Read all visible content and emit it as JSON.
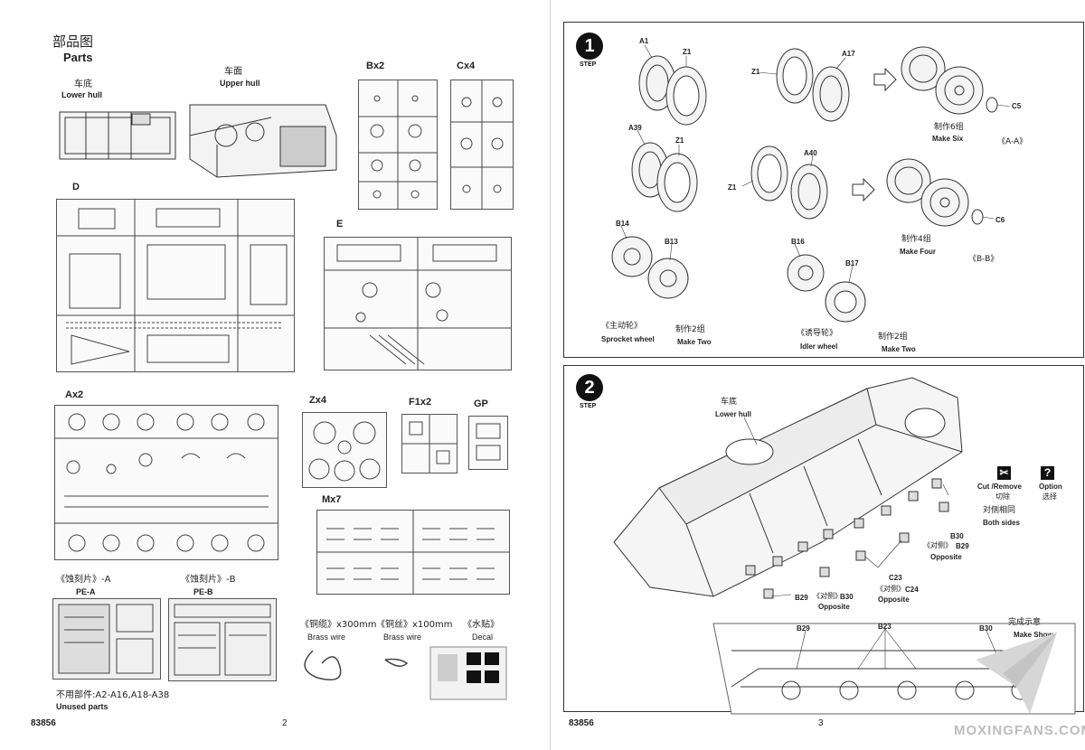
{
  "left_page": {
    "title_cn": "部品图",
    "title_en": "Parts",
    "lower_hull_cn": "车底",
    "lower_hull_en": "Lower hull",
    "upper_hull_cn": "车面",
    "upper_hull_en": "Upper hull",
    "sprues": {
      "bx2": "Bx2",
      "cx4": "Cx4",
      "d": "D",
      "e": "E",
      "ax2": "Ax2",
      "zx4": "Zx4",
      "f1x2": "F1x2",
      "gp": "GP",
      "mx7": "Mx7"
    },
    "pe_a_cn": "《蚀刻片》-A",
    "pe_a": "PE-A",
    "pe_b_cn": "《蚀刻片》-B",
    "pe_b": "PE-B",
    "brass_wire_300_cn": "《铜缆》x300mm",
    "brass_wire_300_en": "Brass wire",
    "brass_wire_100_cn": "《铜丝》x100mm",
    "brass_wire_100_en": "Brass wire",
    "decal_cn": "《水贴》",
    "decal_en": "Decal",
    "unused_cn": "不用部件:A2-A16,A18-A38",
    "unused_en": "Unused parts",
    "kit_number": "83856",
    "page_number": "2"
  },
  "right_page": {
    "step1": {
      "number": "1",
      "step_word": "STEP",
      "labels": {
        "a1": "A1",
        "z1_a": "Z1",
        "z1_b": "Z1",
        "a17": "A17",
        "c5": "C5",
        "a39": "A39",
        "z1_c": "Z1",
        "z1_d": "Z1",
        "a40": "A40",
        "c6": "C6",
        "b14": "B14",
        "b13": "B13",
        "b16": "B16",
        "b17": "B17"
      },
      "make_six_cn": "制作6组",
      "make_six_en": "Make Six",
      "aa": "《A-A》",
      "make_four_cn": "制作4组",
      "make_four_en": "Make Four",
      "bb": "《B-B》",
      "sprocket_cn": "《主动轮》",
      "sprocket_en": "Sprocket wheel",
      "make_two_a_cn": "制作2组",
      "make_two_a_en": "Make Two",
      "idler_cn": "《诱导轮》",
      "idler_en": "Idler wheel",
      "make_two_b_cn": "制作2组",
      "make_two_b_en": "Make Two"
    },
    "step2": {
      "number": "2",
      "step_word": "STEP",
      "lower_hull_cn": "车底",
      "lower_hull_en": "Lower hull",
      "cut_remove_en": "Cut /Remove",
      "cut_remove_cn": "切除",
      "option_en": "Option",
      "option_cn": "选择",
      "both_sides_cn": "对侧相同",
      "both_sides_en": "Both sides",
      "b30_top": "B30",
      "opposite_b29_cn": "《对侧》",
      "b29_right": "B29",
      "opposite_right": "Opposite",
      "c23": "C23",
      "opposite_c24_cn": "《对侧》",
      "c24": "C24",
      "opposite_mid": "Opposite",
      "b29_left": "B29",
      "opposite_b30_cn": "《对侧》",
      "b30_left": "B30",
      "opposite_left": "Opposite",
      "make_show_cn": "完成示意",
      "make_show_en": "Make Show",
      "show_b29": "B29",
      "show_b23": "B23",
      "show_b30": "B30"
    },
    "kit_number": "83856",
    "page_number": "3",
    "watermark": "MOXINGFANS.COM"
  }
}
